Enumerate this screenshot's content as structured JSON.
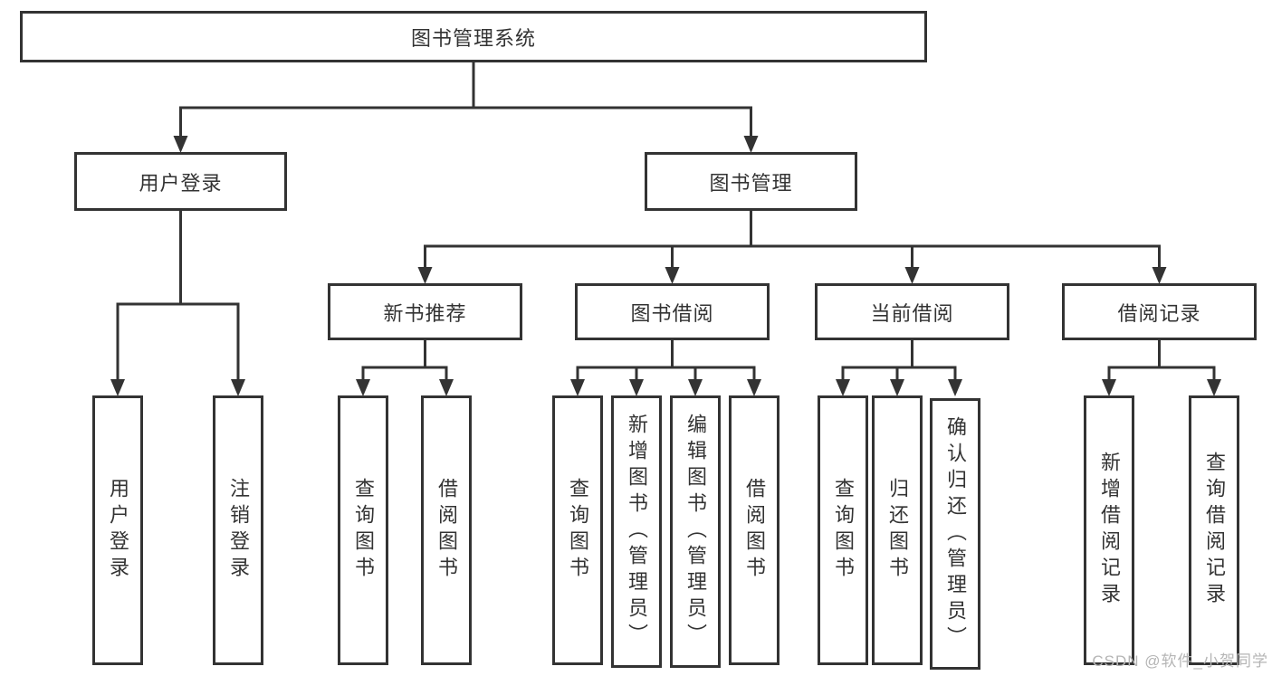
{
  "diagram": {
    "root": {
      "label": "图书管理系统"
    },
    "level2": [
      {
        "label": "用户登录"
      },
      {
        "label": "图书管理"
      }
    ],
    "level3": [
      {
        "label": "新书推荐"
      },
      {
        "label": "图书借阅"
      },
      {
        "label": "当前借阅"
      },
      {
        "label": "借阅记录"
      }
    ],
    "leaves": [
      {
        "parent": "用户登录",
        "label": "用户登录"
      },
      {
        "parent": "用户登录",
        "label": "注销登录"
      },
      {
        "parent": "新书推荐",
        "label": "查询图书"
      },
      {
        "parent": "新书推荐",
        "label": "借阅图书"
      },
      {
        "parent": "图书借阅",
        "label": "查询图书"
      },
      {
        "parent": "图书借阅",
        "label": "新增图书（管理员）"
      },
      {
        "parent": "图书借阅",
        "label": "编辑图书（管理员）"
      },
      {
        "parent": "图书借阅",
        "label": "借阅图书"
      },
      {
        "parent": "当前借阅",
        "label": "查询图书"
      },
      {
        "parent": "当前借阅",
        "label": "归还图书"
      },
      {
        "parent": "当前借阅",
        "label": "确认归还（管理员）"
      },
      {
        "parent": "借阅记录",
        "label": "新增借阅记录"
      },
      {
        "parent": "借阅记录",
        "label": "查询借阅记录"
      }
    ],
    "watermark": "CSDN @软件_小贺同学",
    "colors": {
      "line": "#333333",
      "border": "#333333",
      "text": "#333333",
      "watermark": "#b5b5b5",
      "background": "#ffffff"
    }
  }
}
